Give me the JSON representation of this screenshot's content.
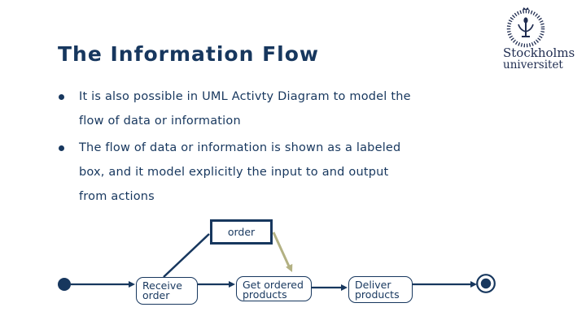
{
  "colors": {
    "navy": "#17375e",
    "khaki": "#b3b183",
    "logo_navy": "#1f2c50",
    "background": "#ffffff"
  },
  "logo": {
    "institution_line1": "Stockholms",
    "institution_line2": "universitet"
  },
  "slide": {
    "title": "The Information Flow",
    "bullets": [
      {
        "lines": [
          "It is also possible in UML Activty Diagram to model the",
          "flow of data or information"
        ]
      },
      {
        "lines": [
          "The flow of data or information is shown as a labeled",
          "box, and it model explicitly the input to and output",
          "from actions"
        ]
      }
    ]
  },
  "diagram": {
    "type": "uml-activity-diagram",
    "object_node_label": "order",
    "action_nodes": [
      "Receive order",
      "Get ordered products",
      "Deliver products"
    ],
    "control_flow": [
      "initial",
      "Receive order",
      "Get ordered products",
      "Deliver products",
      "final"
    ],
    "object_flows": [
      "Receive order -> order",
      "order -> Get ordered products"
    ]
  }
}
